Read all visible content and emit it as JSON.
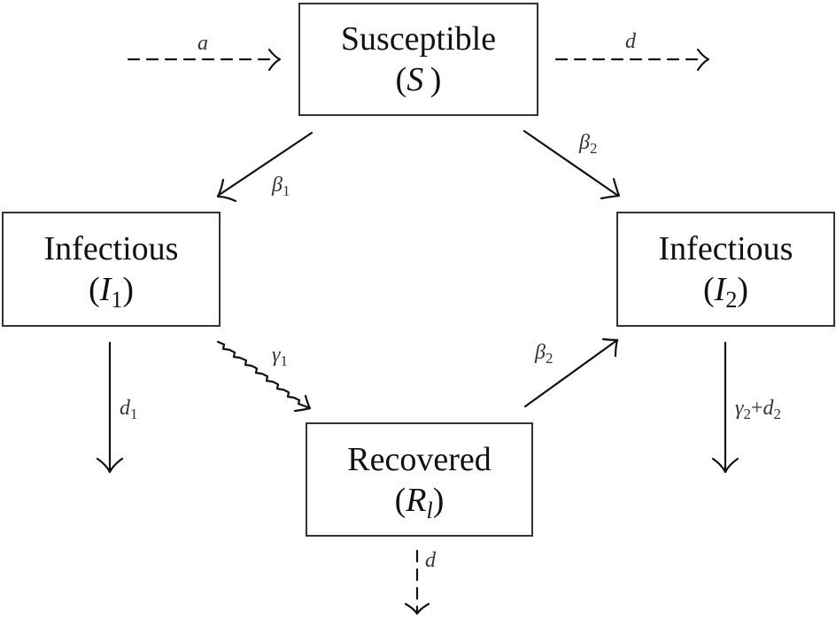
{
  "diagram": {
    "type": "compartmental-epidemic-model",
    "compartments": {
      "susceptible": {
        "title": "Susceptible",
        "symbol": "S",
        "subscript": ""
      },
      "infectious1": {
        "title": "Infectious",
        "symbol": "I",
        "subscript": "1"
      },
      "infectious2": {
        "title": "Infectious",
        "symbol": "I",
        "subscript": "2"
      },
      "recovered": {
        "title": "Recovered",
        "symbol": "R",
        "subscript": "l"
      }
    },
    "transitions": {
      "inflow_s": {
        "from": "outside",
        "to": "Susceptible",
        "symbol": "a",
        "sub": "",
        "style": "dashed"
      },
      "outflow_s": {
        "from": "Susceptible",
        "to": "outside",
        "symbol": "d",
        "sub": "",
        "style": "dashed"
      },
      "s_to_i1": {
        "from": "Susceptible",
        "to": "Infectious (I1)",
        "symbol": "β",
        "sub": "1",
        "style": "solid"
      },
      "s_to_i2": {
        "from": "Susceptible",
        "to": "Infectious (I2)",
        "symbol": "β",
        "sub": "2",
        "style": "solid"
      },
      "i1_out": {
        "from": "Infectious (I1)",
        "to": "outside",
        "symbol": "d",
        "sub": "1",
        "style": "solid"
      },
      "i1_to_r": {
        "from": "Infectious (I1)",
        "to": "Recovered",
        "symbol": "γ",
        "sub": "1",
        "style": "wavy"
      },
      "r_to_i2": {
        "from": "Recovered",
        "to": "Infectious (I2)",
        "symbol": "β",
        "sub": "2",
        "style": "solid"
      },
      "i2_out": {
        "from": "Infectious (I2)",
        "to": "outside",
        "symbol": "γ",
        "sub": "2",
        "plus": "+",
        "symbol2": "d",
        "sub2": "2",
        "style": "solid"
      },
      "r_out": {
        "from": "Recovered",
        "to": "outside",
        "symbol": "d",
        "sub": "",
        "style": "dashed"
      }
    }
  }
}
